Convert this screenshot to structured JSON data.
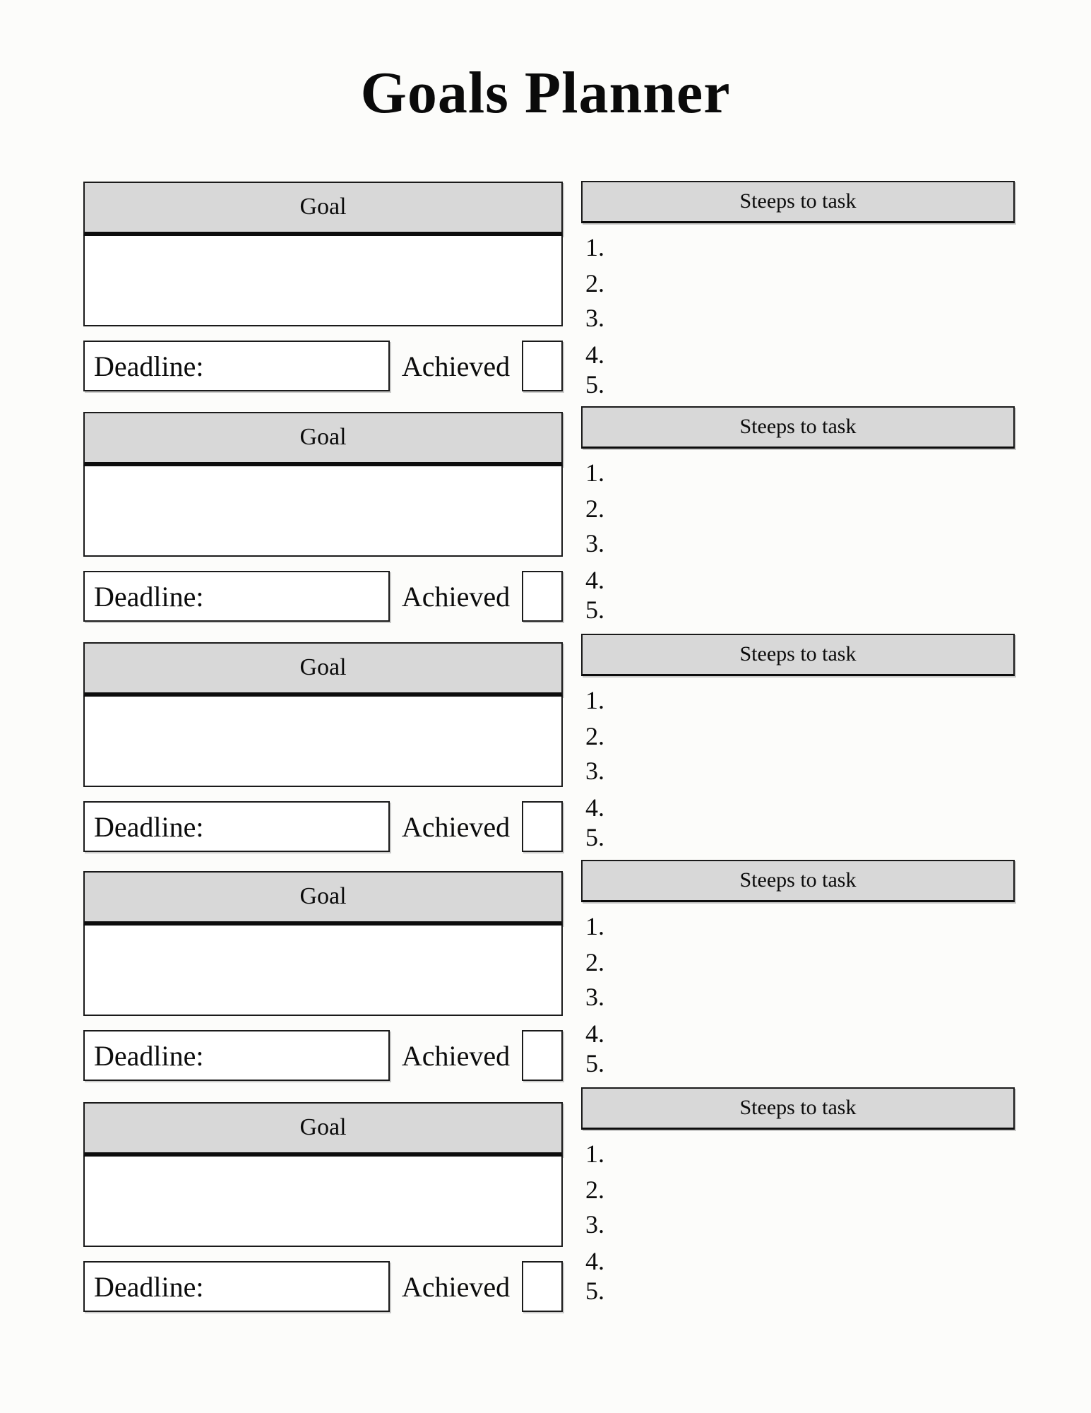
{
  "title": "Goals Planner",
  "colors": {
    "page_bg": "#fcfcfa",
    "header_bg": "#d8d8d8",
    "border": "#1a1a1a",
    "text": "#0c0c0c"
  },
  "sections": [
    {
      "goal_header": "Goal",
      "goal_value": "",
      "deadline_label": "Deadline:",
      "deadline_value": "",
      "achieved_label": "Achieved",
      "achieved_checked": false,
      "steps_header": "Steeps to task",
      "step_numbers": [
        "1.",
        "2.",
        "3.",
        "4.",
        "5."
      ],
      "step_values": [
        "",
        "",
        "",
        "",
        ""
      ]
    },
    {
      "goal_header": "Goal",
      "goal_value": "",
      "deadline_label": "Deadline:",
      "deadline_value": "",
      "achieved_label": "Achieved",
      "achieved_checked": false,
      "steps_header": "Steeps to task",
      "step_numbers": [
        "1.",
        "2.",
        "3.",
        "4.",
        "5."
      ],
      "step_values": [
        "",
        "",
        "",
        "",
        ""
      ]
    },
    {
      "goal_header": "Goal",
      "goal_value": "",
      "deadline_label": "Deadline:",
      "deadline_value": "",
      "achieved_label": "Achieved",
      "achieved_checked": false,
      "steps_header": "Steeps to task",
      "step_numbers": [
        "1.",
        "2.",
        "3.",
        "4.",
        "5."
      ],
      "step_values": [
        "",
        "",
        "",
        "",
        ""
      ]
    },
    {
      "goal_header": "Goal",
      "goal_value": "",
      "deadline_label": "Deadline:",
      "deadline_value": "",
      "achieved_label": "Achieved",
      "achieved_checked": false,
      "steps_header": "Steeps to task",
      "step_numbers": [
        "1.",
        "2.",
        "3.",
        "4.",
        "5."
      ],
      "step_values": [
        "",
        "",
        "",
        "",
        ""
      ]
    },
    {
      "goal_header": "Goal",
      "goal_value": "",
      "deadline_label": "Deadline:",
      "deadline_value": "",
      "achieved_label": "Achieved",
      "achieved_checked": false,
      "steps_header": "Steeps to task",
      "step_numbers": [
        "1.",
        "2.",
        "3.",
        "4.",
        "5."
      ],
      "step_values": [
        "",
        "",
        "",
        "",
        ""
      ]
    }
  ]
}
